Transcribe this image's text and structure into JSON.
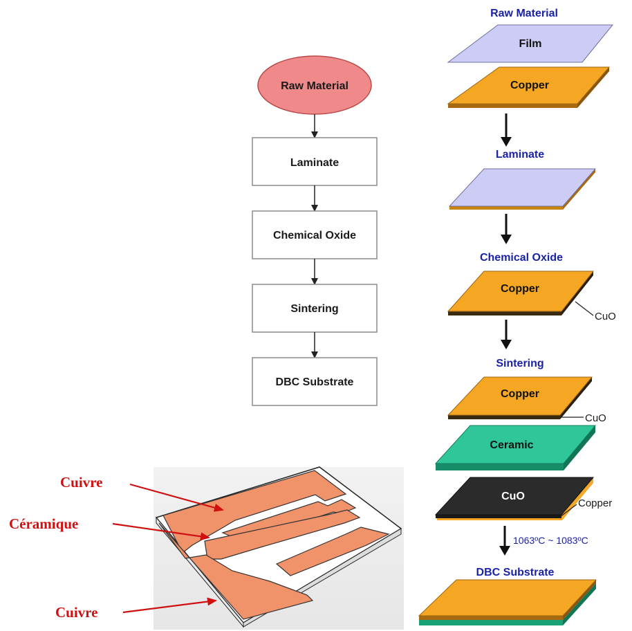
{
  "flowchart": {
    "start": "Raw Material",
    "steps": [
      "Laminate",
      "Chemical Oxide",
      "Sintering",
      "DBC Substrate"
    ]
  },
  "process": {
    "raw_material": {
      "title": "Raw Material",
      "film": "Film",
      "copper": "Copper"
    },
    "laminate": {
      "title": "Laminate"
    },
    "chemical_oxide": {
      "title": "Chemical Oxide",
      "copper": "Copper",
      "note": "CuO"
    },
    "sintering": {
      "title": "Sintering",
      "copper": "Copper",
      "copper_note": "CuO",
      "ceramic": "Ceramic",
      "cuo": "CuO",
      "cuo_note": "Copper",
      "temperature": "1063ºC ~ 1083ºC"
    },
    "dbc": {
      "title": "DBC Substrate"
    }
  },
  "illustration": {
    "labels": {
      "top": "Cuivre",
      "middle": "Céramique",
      "bottom": "Cuivre"
    }
  },
  "colors": {
    "copper": "#f5a623",
    "film": "#ccccf4",
    "ceramic": "#2fc79a",
    "cuo": "#2b2b2b",
    "raw_oval": "#f08a8a",
    "accent_blue": "#1a22a8",
    "label_red": "#d01010",
    "illustration_copper": "#f0926a"
  }
}
